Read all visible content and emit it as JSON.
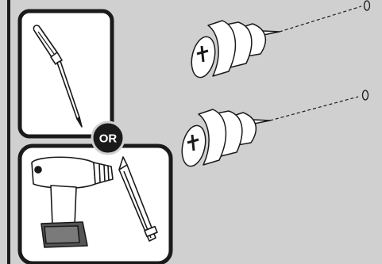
{
  "diagram": {
    "type": "assembly-instruction",
    "background_color": "#d0d0d0",
    "line_color": "#1a1a1a",
    "tool_options": {
      "first": {
        "name": "screwdriver",
        "icon": "phillips-screwdriver-icon"
      },
      "separator_label": "OR",
      "second": {
        "name": "drill",
        "icon": "cordless-drill-with-bit-icon"
      }
    },
    "hardware": [
      {
        "name": "drywall-anchor",
        "icon": "self-drilling-wall-anchor-icon"
      },
      {
        "name": "drywall-anchor",
        "icon": "self-drilling-wall-anchor-icon"
      }
    ],
    "hole_markers": 2
  }
}
